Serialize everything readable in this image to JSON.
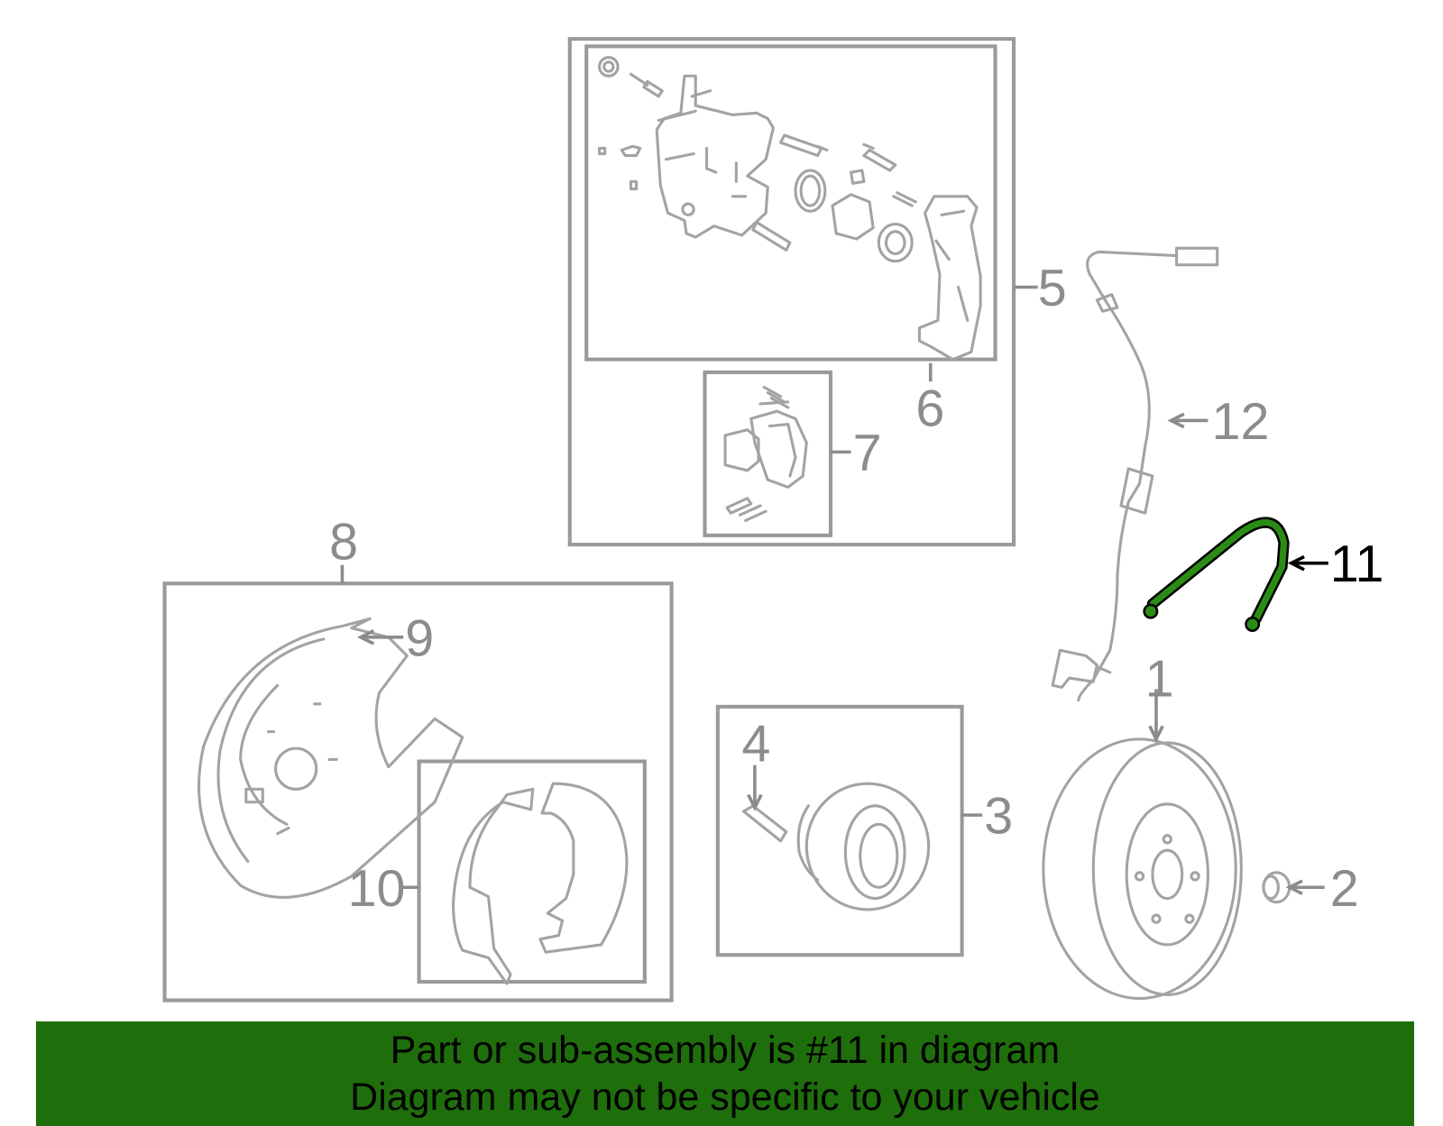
{
  "diagram": {
    "highlighted_part": "11",
    "highlight_color": "#1f6e0c",
    "callouts": [
      {
        "id": "c1",
        "label": "1"
      },
      {
        "id": "c2",
        "label": "2"
      },
      {
        "id": "c3",
        "label": "3"
      },
      {
        "id": "c4",
        "label": "4"
      },
      {
        "id": "c5",
        "label": "5"
      },
      {
        "id": "c6",
        "label": "6"
      },
      {
        "id": "c7",
        "label": "7"
      },
      {
        "id": "c8",
        "label": "8"
      },
      {
        "id": "c9",
        "label": "9"
      },
      {
        "id": "c10",
        "label": "10"
      },
      {
        "id": "c11",
        "label": "11"
      },
      {
        "id": "c12",
        "label": "12"
      }
    ]
  },
  "banner": {
    "line1": "Part or sub-assembly is #11 in diagram",
    "line2": "Diagram may not be specific to your vehicle",
    "background": "#1f6e0c"
  }
}
